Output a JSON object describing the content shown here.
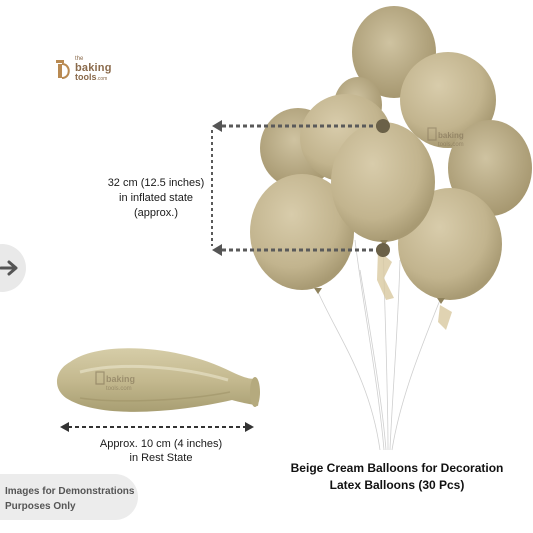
{
  "logo": {
    "line1": "the",
    "line2": "baking",
    "line3": "tools",
    "suffix": ".com"
  },
  "dimension_label": {
    "line1": "32 cm (12.5 inches)",
    "line2": "in inflated state",
    "line3": "(approx.)"
  },
  "rest_label": {
    "line1": "Approx. 10 cm (4 inches)",
    "line2": "in Rest State"
  },
  "product_title": {
    "line1": "Beige Cream Balloons for Decoration",
    "line2": "Latex Balloons (30 Pcs)"
  },
  "notice": {
    "line1": "Images for Demonstrations",
    "line2": "Purposes Only"
  },
  "nav": {
    "icon": "arrow-right-icon"
  },
  "colors": {
    "balloon": "#c7b994",
    "balloon_dark": "#a99b74",
    "text": "#1a1a1a",
    "pill": "#ececec"
  }
}
